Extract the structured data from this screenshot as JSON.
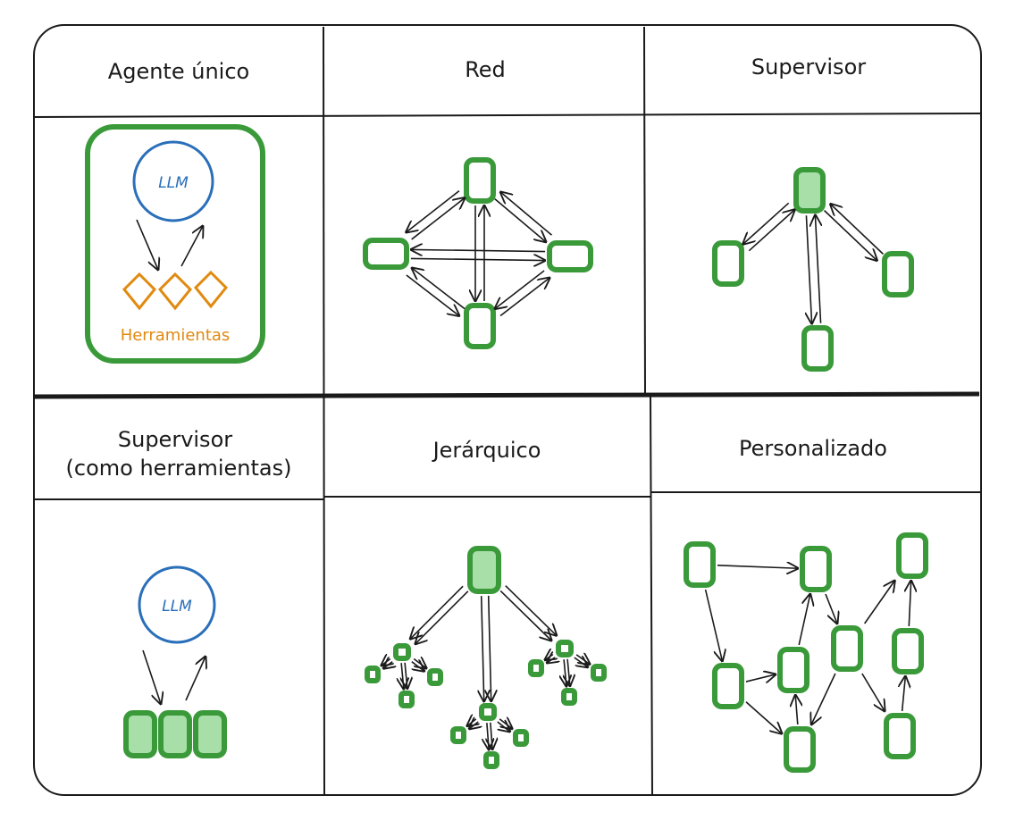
{
  "panels": [
    {
      "title": "Agente único",
      "llm_label": "LLM",
      "tools_label": "Herramientas"
    },
    {
      "title": "Red"
    },
    {
      "title": "Supervisor"
    },
    {
      "title_line1": "Supervisor",
      "title_line2": "(como herramientas)",
      "llm_label": "LLM"
    },
    {
      "title": "Jerárquico"
    },
    {
      "title": "Personalizado"
    }
  ],
  "colors": {
    "agent_border": "#3a9a3a",
    "agent_fill": "#a8dea8",
    "llm": "#2a6fba",
    "tools": "#e08a10",
    "lines": "#1a1a1a"
  }
}
